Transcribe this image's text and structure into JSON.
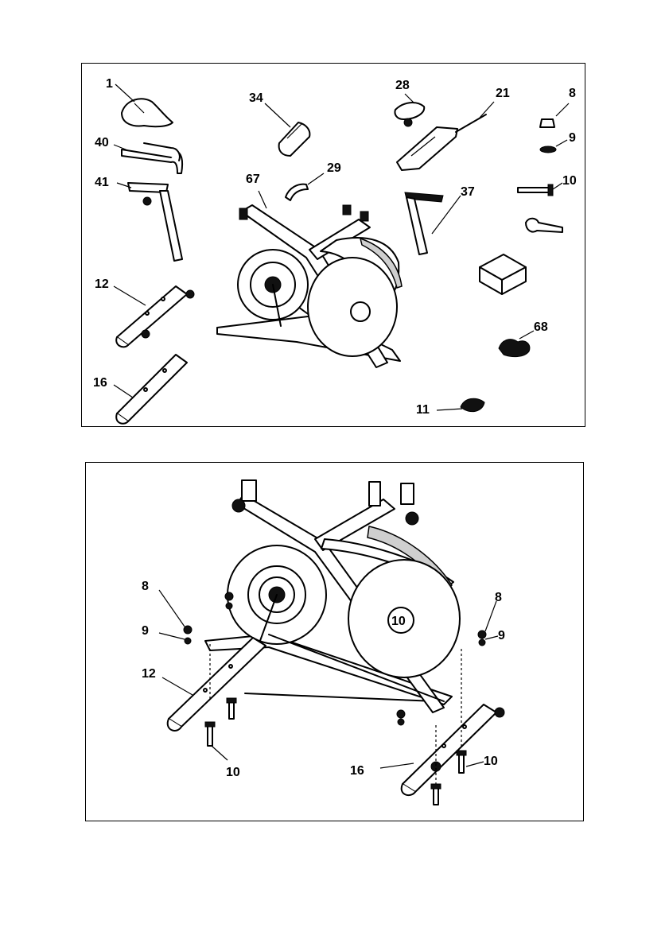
{
  "parts_panel": {
    "labels": {
      "p1": "1",
      "p34": "34",
      "p28": "28",
      "p21": "21",
      "p8": "8",
      "p40": "40",
      "p29": "29",
      "p9": "9",
      "p41": "41",
      "p67": "67",
      "p37": "37",
      "p10": "10",
      "p12": "12",
      "p68": "68",
      "p16": "16",
      "p11": "11"
    }
  },
  "assembly_panel": {
    "labels": {
      "l8": "8",
      "l9": "9",
      "r8": "8",
      "r9": "9",
      "l12": "12",
      "l10": "10",
      "r16": "16",
      "r10": "10"
    },
    "flywheel_text": "10"
  }
}
